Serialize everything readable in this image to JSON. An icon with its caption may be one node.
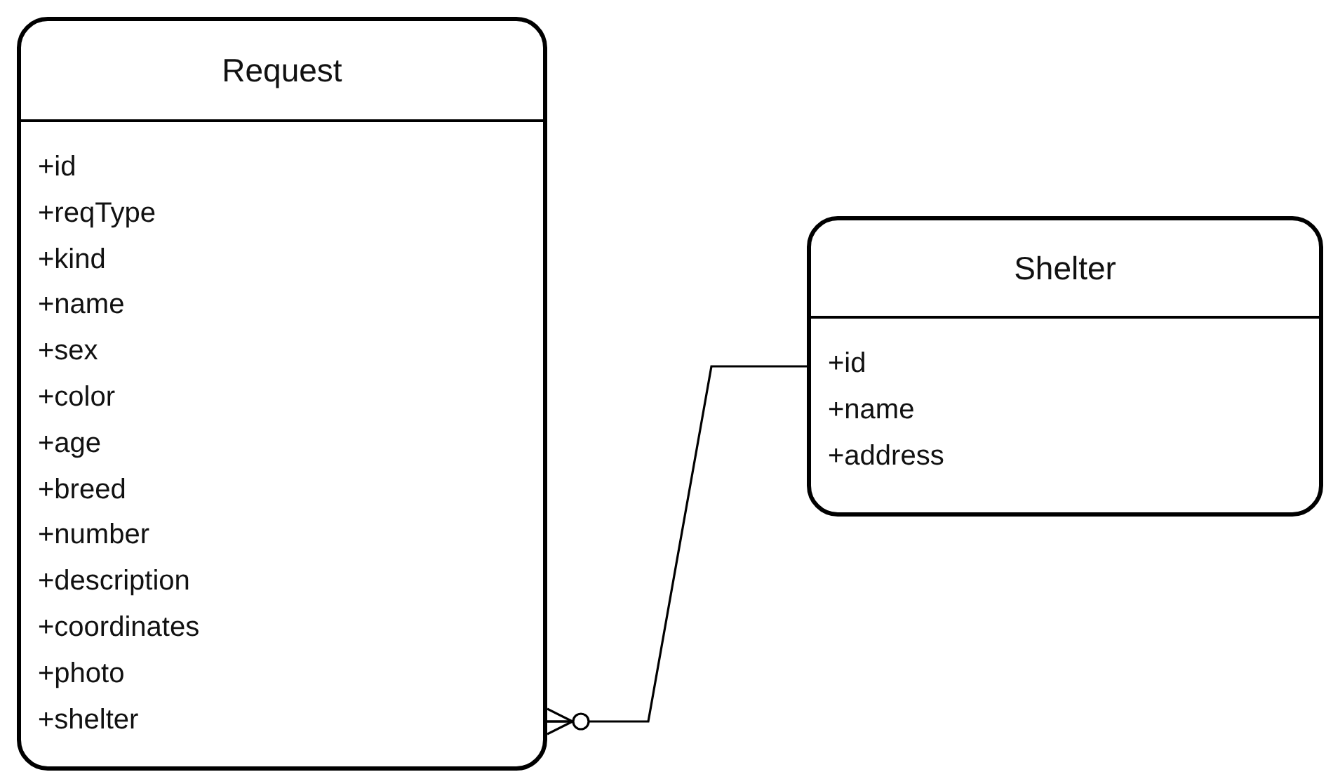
{
  "diagram": {
    "nodes": [
      {
        "text": [
          "Request",
          "+id",
          "+reqType",
          "+kind",
          "+name",
          "+sex",
          "+color",
          "+age",
          "+breed",
          "+number",
          "+description",
          "+coordinates",
          "+photo",
          "+shelter"
        ]
      },
      {
        "text": [
          "Shelter",
          "+id",
          "+name",
          "+address"
        ]
      }
    ],
    "edges": [
      {
        "from": 0,
        "to": 1,
        "arrow": "other"
      }
    ]
  }
}
